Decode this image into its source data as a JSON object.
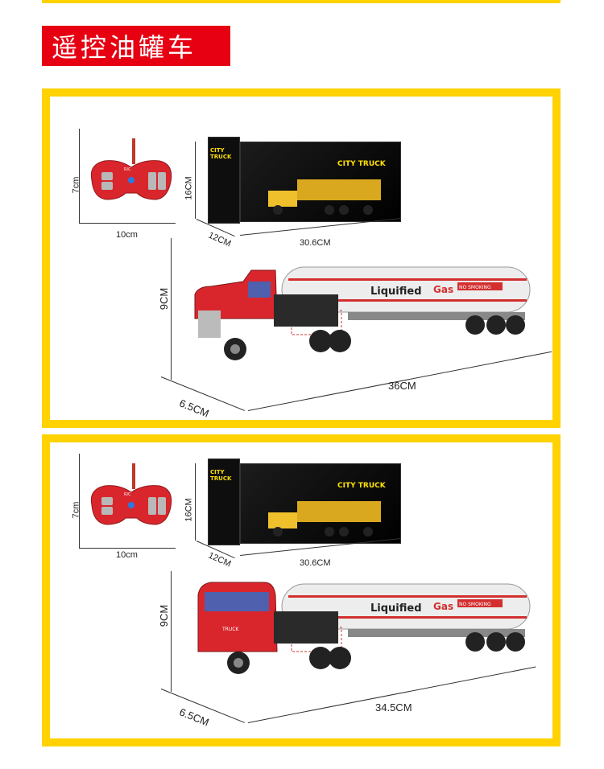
{
  "title": "遥控油罐车",
  "panels": [
    {
      "remote": {
        "width_label": "10cm",
        "height_label": "7cm"
      },
      "package": {
        "height_label": "16CM",
        "depth_label": "12CM",
        "width_label": "30.6CM",
        "brand": "CITY TRUCK",
        "side_brand": "CITY TRUCK"
      },
      "truck": {
        "height_label": "9CM",
        "depth_label": "6.5CM",
        "length_label": "36CM",
        "tank_text": "Liquified",
        "tank_gas": "Gas",
        "tank_warning": "NO SMOKING"
      }
    },
    {
      "remote": {
        "width_label": "10cm",
        "height_label": "7cm"
      },
      "package": {
        "height_label": "16CM",
        "depth_label": "12CM",
        "width_label": "30.6CM",
        "brand": "CITY TRUCK",
        "side_brand": "CITY TRUCK"
      },
      "truck": {
        "height_label": "9CM",
        "depth_label": "6.5CM",
        "length_label": "34.5CM",
        "tank_text": "Liquified",
        "tank_gas": "Gas",
        "tank_warning": "NO SMOKING",
        "cab_text": "TRUCK"
      }
    }
  ]
}
